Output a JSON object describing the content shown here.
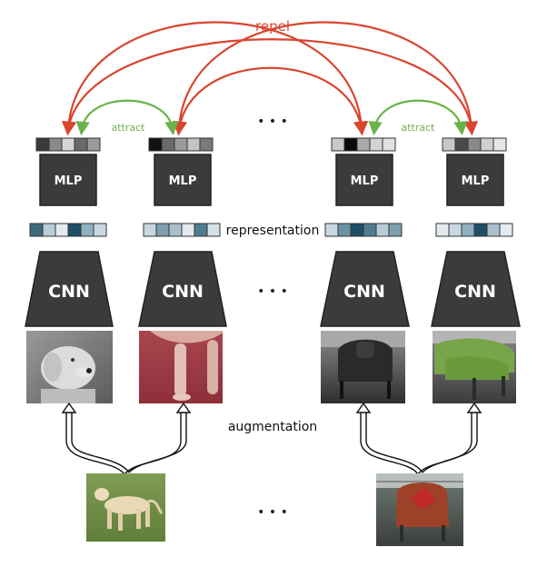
{
  "labels": {
    "repel": "repel",
    "attract_left": "attract",
    "attract_right": "attract",
    "representation": "representation",
    "augmentation": "augmentation",
    "ellipsis_top": "• • •",
    "ellipsis_mid": "• • •",
    "ellipsis_bottom": "• • •"
  },
  "blocks": {
    "mlp": [
      "MLP",
      "MLP",
      "MLP",
      "MLP"
    ],
    "cnn": [
      "CNN",
      "CNN",
      "CNN",
      "CNN"
    ]
  },
  "colors": {
    "repel": "#d9452f",
    "attract": "#6ab34a",
    "block": "#3b3b3b",
    "block_border": "#222222"
  },
  "embeddings": {
    "mlp_outputs": [
      [
        "#3a3a3a",
        "#8a8a8a",
        "#d6d6d6",
        "#6a6a6a",
        "#9a9a9a"
      ],
      [
        "#111111",
        "#6a6a6a",
        "#9a9a9a",
        "#c4c4c4",
        "#7a7a7a"
      ],
      [
        "#c9c9c9",
        "#0a0a0a",
        "#a9a9a9",
        "#d3d3d3",
        "#e0e0e0"
      ],
      [
        "#c7c7c7",
        "#4a4a4a",
        "#8a8a8a",
        "#d0d0d0",
        "#e6e6e6"
      ]
    ],
    "representations": [
      [
        "#3d6a7d",
        "#b8cdd7",
        "#e3ebef",
        "#1f4f66",
        "#8fb0c0",
        "#c9d8e0"
      ],
      [
        "#c9d8e0",
        "#7d9fb0",
        "#a9c0cc",
        "#e3ebef",
        "#4f7c90",
        "#d6e2e8"
      ],
      [
        "#c9d8e0",
        "#6a91a4",
        "#1f4f66",
        "#4f7c90",
        "#b8cdd7",
        "#7d9fb0"
      ],
      [
        "#e3ebef",
        "#c9d8e0",
        "#8fb0c0",
        "#1f4f66",
        "#a9c0cc",
        "#e3ebef"
      ]
    ]
  },
  "photos": {
    "augmented": [
      "grayscale-dog-head",
      "red-tinted-dog-legs",
      "dark-chair",
      "green-tinted-chair"
    ],
    "originals": [
      "labrador-on-grass",
      "red-armchair"
    ]
  }
}
